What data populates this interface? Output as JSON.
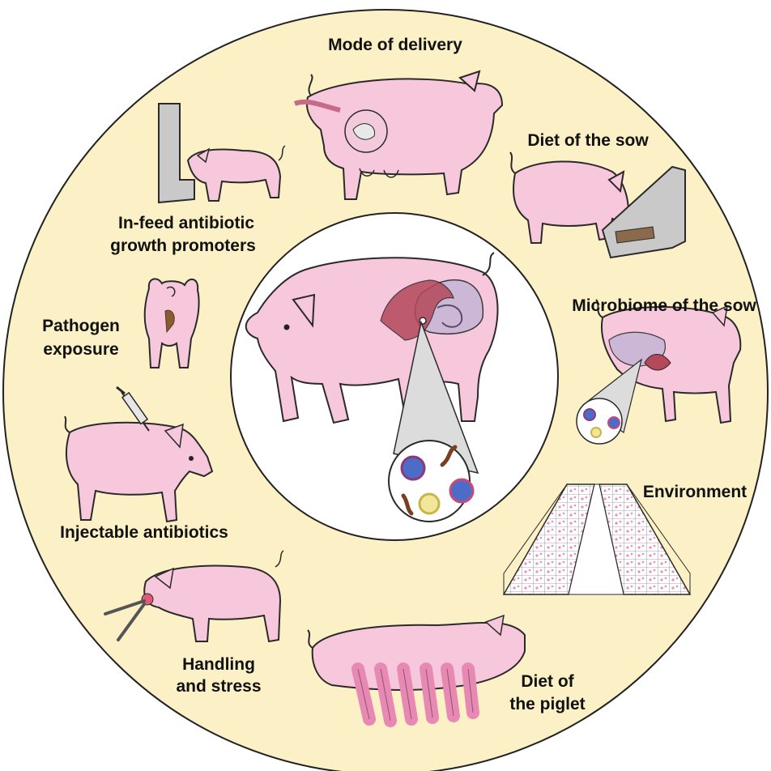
{
  "colors": {
    "background": "#ffffff",
    "outer_circle": "#fbf0c6",
    "inner_circle": "#ffffff",
    "pig_fill": "#f7c7dc",
    "pig_stroke": "#2a2a2a",
    "gut": "#c9b6d6",
    "intestine": "#b5485a",
    "feeder": "#c9c9c9"
  },
  "labels": {
    "mode_of_delivery": "Mode of delivery",
    "diet_of_sow": "Diet of the sow",
    "infeed_line1": "In-feed antibiotic",
    "infeed_line2": "growth promoters",
    "pathogen_line1": "Pathogen",
    "pathogen_line2": "exposure",
    "microbiome_sow": "Microbiome of the sow",
    "environment": "Environment",
    "injectable": "Injectable antibiotics",
    "handling_line1": "Handling",
    "handling_line2": "and stress",
    "diet_piglet_line1": "Diet of",
    "diet_piglet_line2": "the piglet"
  },
  "icons": [
    "birth-sow-icon",
    "sow-eating-icon",
    "piglet-feeder-icon",
    "pig-rear-icon",
    "sow-microbiome-icon",
    "barn-pens-icon",
    "syringe-pig-icon",
    "pliers-pig-icon",
    "nursing-sow-icon",
    "central-pig-gut-icon",
    "microbes-magnified-icon"
  ]
}
